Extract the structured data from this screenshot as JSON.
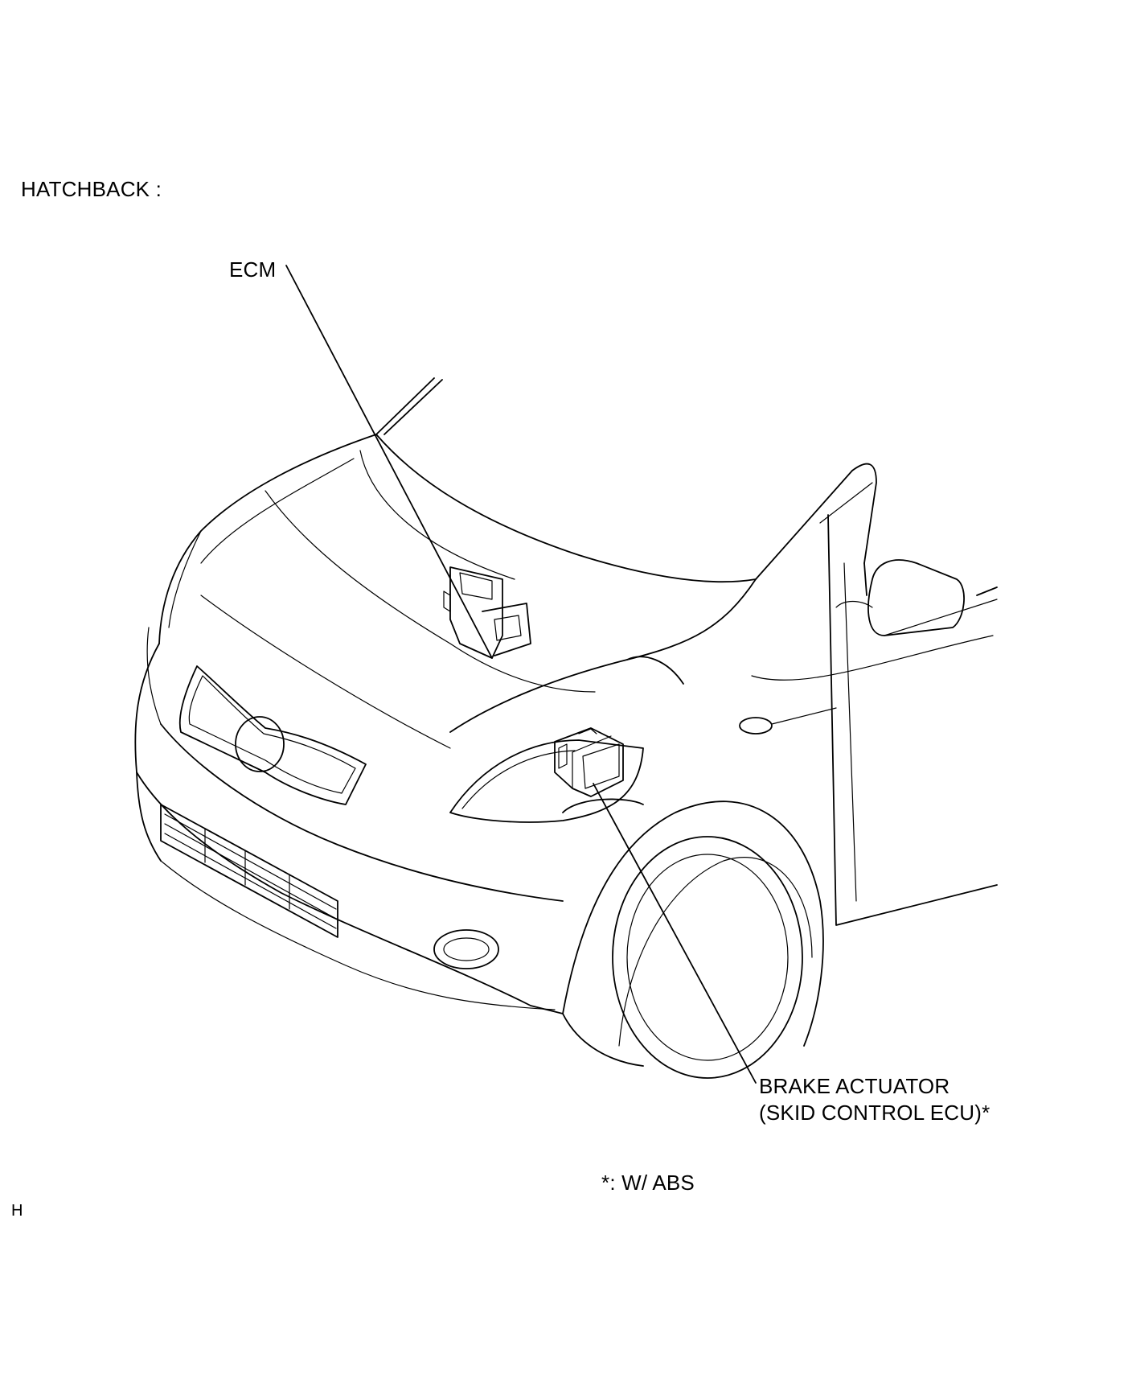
{
  "heading": "HATCHBACK :",
  "callouts": {
    "ecm": "ECM",
    "brake_actuator_line1": "BRAKE ACTUATOR",
    "brake_actuator_line2": "(SKID CONTROL ECU)*"
  },
  "footnote": "*: W/ ABS",
  "corner_mark": "H",
  "colors": {
    "line": "#000000",
    "background": "#ffffff"
  }
}
